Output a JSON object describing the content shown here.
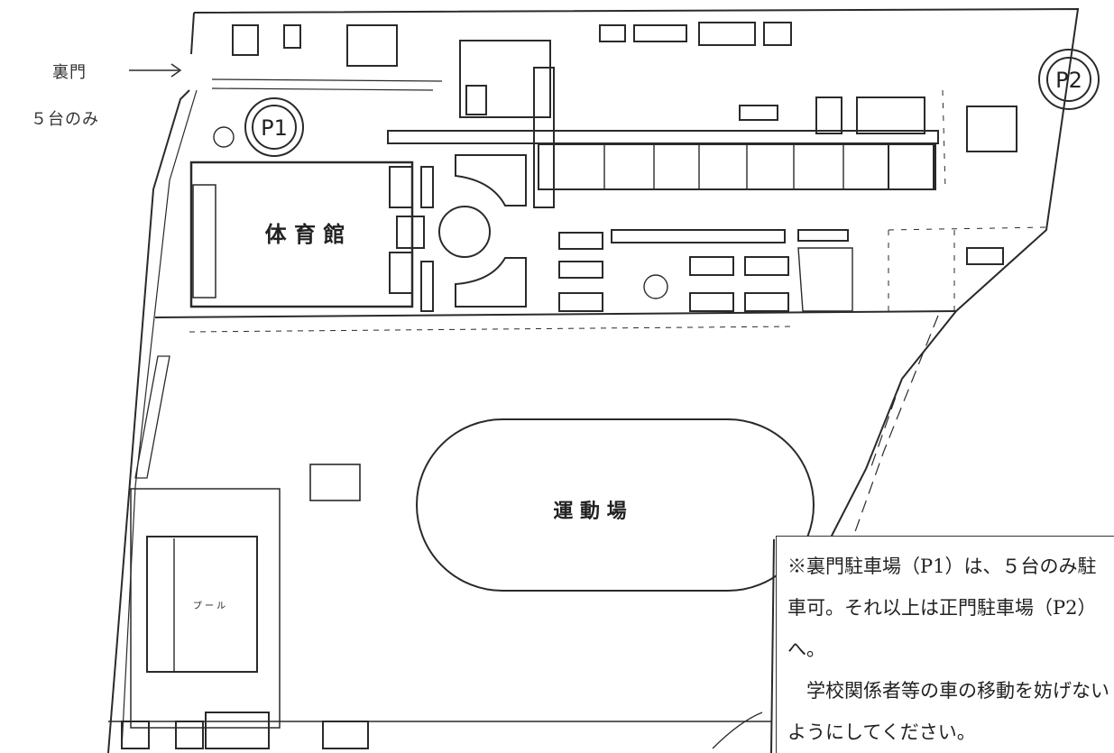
{
  "back_gate": {
    "label": "裏門",
    "limit": "５台のみ"
  },
  "parking": {
    "p1": "P1",
    "p2": "P2"
  },
  "buildings": {
    "gymnasium": "体 育 館",
    "field": "運 動 場",
    "pool": "プ ー ル"
  },
  "notice": {
    "line1": "※裏門駐車場（P1）は、５台のみ駐車可。それ以上は正門駐車場（P2）へ。",
    "line2": "学校関係者等の車の移動を妨げないようにしてください。"
  },
  "colors": {
    "ink": "#2a2a2a",
    "paper": "#ffffff"
  }
}
